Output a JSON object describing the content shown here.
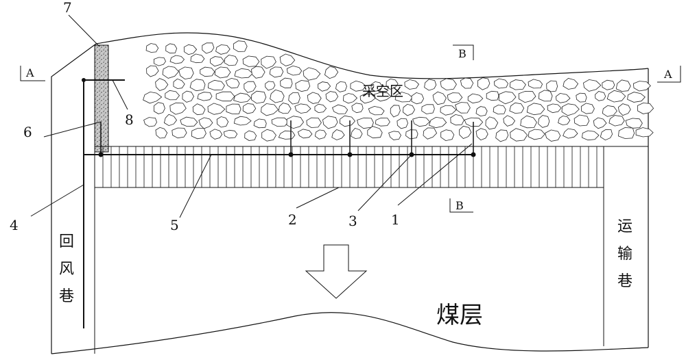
{
  "labels": {
    "goaf": "采空区",
    "coal_seam": "煤层",
    "return_roadway": [
      "回",
      "风",
      "巷"
    ],
    "haulage_roadway": [
      "运",
      "输",
      "巷"
    ]
  },
  "section_marks": {
    "a_left": "A",
    "a_right": "A",
    "b_top": "B",
    "b_bottom": "B"
  },
  "callouts": [
    "1",
    "2",
    "3",
    "4",
    "5",
    "6",
    "7",
    "8"
  ],
  "colors": {
    "line": "#111111",
    "fill_wall": "#bdbdbd"
  }
}
